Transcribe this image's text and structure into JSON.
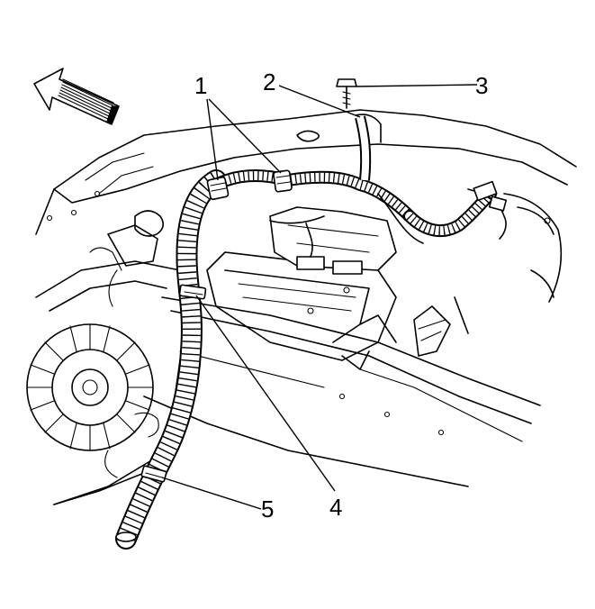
{
  "figure": {
    "callouts": [
      {
        "id": "1",
        "label": "1"
      },
      {
        "id": "2",
        "label": "2"
      },
      {
        "id": "3",
        "label": "3"
      },
      {
        "id": "4",
        "label": "4"
      },
      {
        "id": "5",
        "label": "5"
      }
    ],
    "direction_arrow": "front-arrow-icon"
  }
}
